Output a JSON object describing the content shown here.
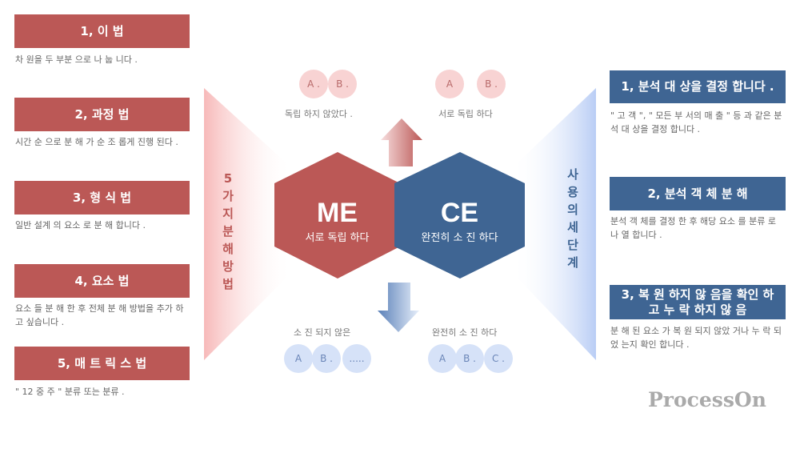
{
  "left_title": "5 가지 분해 방법",
  "right_title": "사용의 세 단계",
  "methods": [
    {
      "title": "1, 이 법",
      "desc": "차 원을 두 부분 으로 나 눕 니다 ."
    },
    {
      "title": "2, 과정 법",
      "desc": "시간 순 으로 분 해 가 순 조 롭게 진행 된다 ."
    },
    {
      "title": "3, 형 식 법",
      "desc": "일반 설계 의 요소 로 분 해 합니다 ."
    },
    {
      "title": "4, 요소 법",
      "desc": "요소 들 분 해 한 후 전체 분 해 방법을 추가 하고 싶습니다 ."
    },
    {
      "title": "5, 매 트 릭 스 법",
      "desc": "\" 12 중 주 \" 분류 또는 분류 ."
    }
  ],
  "steps": [
    {
      "title": "1, 분석 대 상을 결정 합니다 .",
      "desc": "\" 고 객 \", \" 모든 부 서의 매 출 \" 등 과 같은 분석 대 상을 결정 합니다 ."
    },
    {
      "title": "2, 분석 객 체 분 해",
      "desc": "분석 객 체를 결정 한 후 해당 요소 를 분류 로 나 열 합니다 ."
    },
    {
      "title": "3, 복 원 하지 않 음을 확인 하 고 누 락 하지 않 음",
      "desc": "분 해 된 요소 가 복 원 되지 않았 거나 누 락 되었 는지 확인 합니다 ."
    }
  ],
  "me": {
    "title": "ME",
    "subtitle": "서로 독립 하다",
    "color": "#bb5856"
  },
  "ce": {
    "title": "CE",
    "subtitle": "완전히 소 진 하다",
    "color": "#3f6593"
  },
  "top_left": {
    "label": "독립 하지  않았다 .",
    "items": [
      "A .",
      "B ."
    ]
  },
  "top_right": {
    "label": "서로 독립 하다",
    "items": [
      "A",
      "B ."
    ]
  },
  "bottom_left": {
    "label": "소 진 되지 않은",
    "items": [
      "A",
      "B .",
      "....."
    ]
  },
  "bottom_right": {
    "label": "완전히 소 진 하다",
    "items": [
      "A",
      "B .",
      "C ."
    ]
  },
  "watermark": "ProcessOn"
}
